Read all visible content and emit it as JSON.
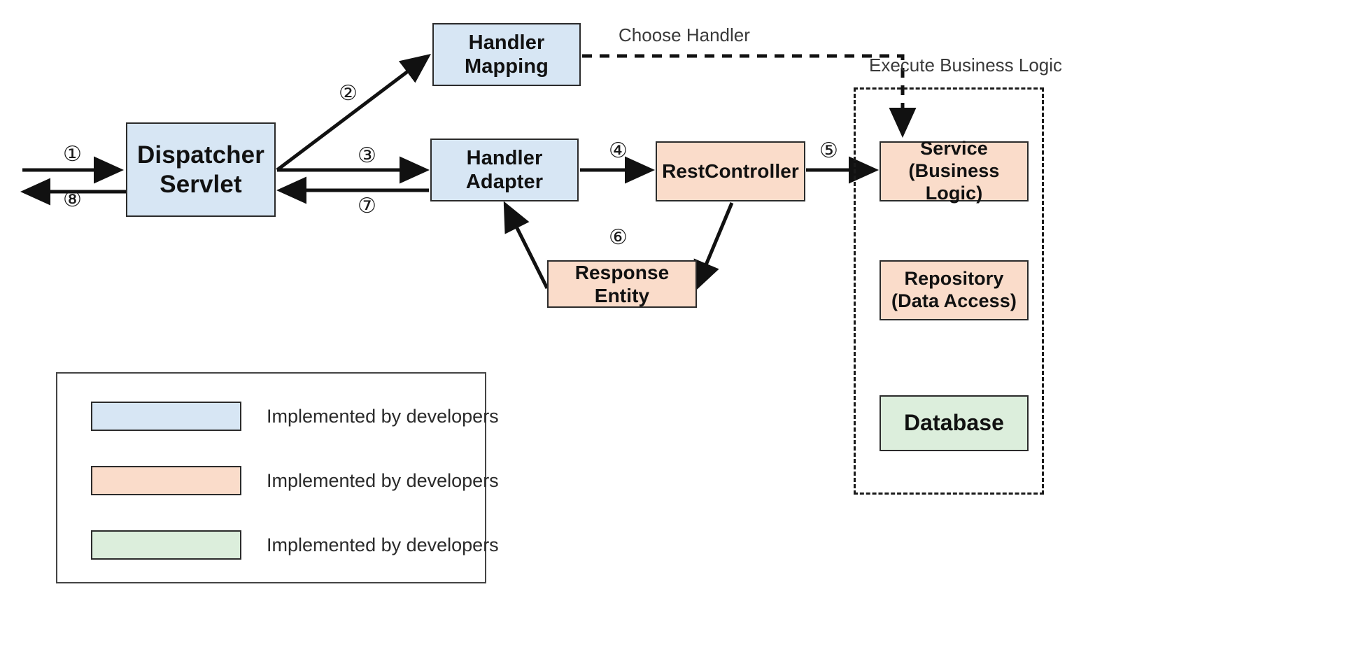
{
  "diagram": {
    "title": "Spring MVC Request Flow",
    "colors": {
      "blue_fill": "#d7e6f4",
      "peach_fill": "#fadcca",
      "green_fill": "#dceedc",
      "stroke": "#2b2b2b",
      "background": "#ffffff"
    },
    "nodes": [
      {
        "id": "handler-mapping",
        "label": "Handler\nMapping",
        "color": "blue"
      },
      {
        "id": "dispatcher-servlet",
        "label": "Dispatcher\nServlet",
        "color": "blue"
      },
      {
        "id": "handler-adapter",
        "label": "Handler\nAdapter",
        "color": "blue"
      },
      {
        "id": "rest-controller",
        "label": "RestController",
        "color": "peach"
      },
      {
        "id": "response-entity",
        "label": "Response Entity",
        "color": "peach"
      },
      {
        "id": "service",
        "label": "Service\n(Business Logic)",
        "color": "peach"
      },
      {
        "id": "repository",
        "label": "Repository\n(Data Access)",
        "color": "peach"
      },
      {
        "id": "database",
        "label": "Database",
        "color": "green"
      }
    ],
    "captions": [
      {
        "id": "choose-handler",
        "text": "Choose Handler"
      },
      {
        "id": "execute-business-logic",
        "text": "Execute Business Logic"
      }
    ],
    "steps": [
      {
        "id": "step-1",
        "text": "①"
      },
      {
        "id": "step-2",
        "text": "②"
      },
      {
        "id": "step-3",
        "text": "③"
      },
      {
        "id": "step-4",
        "text": "④"
      },
      {
        "id": "step-5",
        "text": "⑤"
      },
      {
        "id": "step-6",
        "text": "⑥"
      },
      {
        "id": "step-7",
        "text": "⑦"
      },
      {
        "id": "step-8",
        "text": "⑧"
      }
    ]
  },
  "legend": {
    "rows": [
      {
        "swatch": "blue",
        "label": "Implemented by developers"
      },
      {
        "swatch": "peach",
        "label": "Implemented by developers"
      },
      {
        "swatch": "green",
        "label": "Implemented by developers"
      }
    ]
  }
}
